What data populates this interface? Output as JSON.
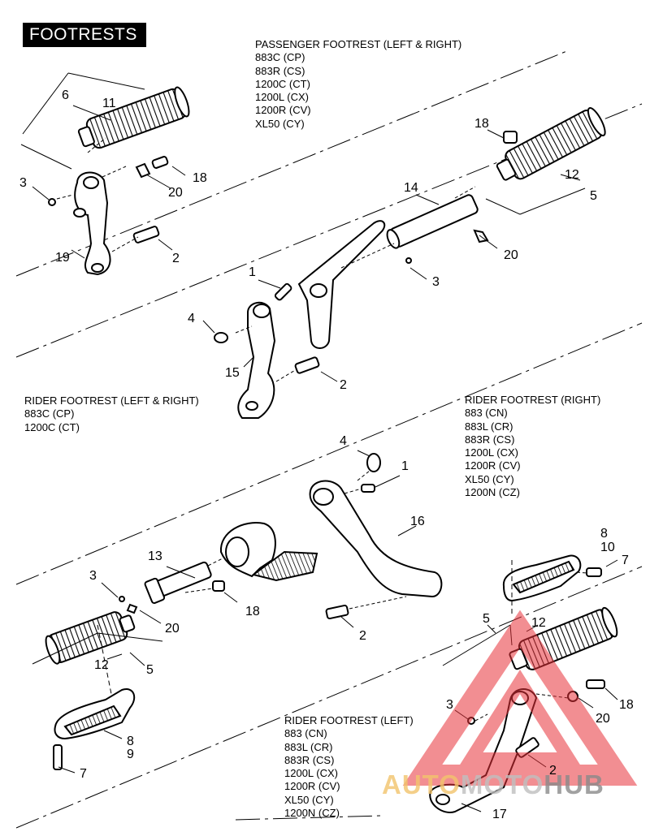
{
  "title": "FOOTRESTS",
  "sections": {
    "passenger": {
      "heading": "PASSENGER FOOTREST (LEFT & RIGHT)",
      "models": [
        "883C (CP)",
        "883R (CS)",
        "1200C (CT)",
        "1200L (CX)",
        "1200R (CV)",
        "XL50 (CY)"
      ]
    },
    "rider_lr": {
      "heading": "RIDER FOOTREST (LEFT & RIGHT)",
      "models": [
        "883C (CP)",
        "1200C (CT)"
      ]
    },
    "rider_right": {
      "heading": "RIDER FOOTREST (RIGHT)",
      "models": [
        "883 (CN)",
        "883L (CR)",
        "883R (CS)",
        "1200L (CX)",
        "1200R (CV)",
        "XL50 (CY)",
        "1200N (CZ)"
      ]
    },
    "rider_left": {
      "heading": "RIDER FOOTREST (LEFT)",
      "models": [
        "883 (CN)",
        "883L (CR)",
        "883R (CS)",
        "1200L (CX)",
        "1200R (CV)",
        "XL50 (CY)",
        "1200N (CZ)"
      ]
    }
  },
  "callouts": [
    "6",
    "11",
    "3",
    "18",
    "20",
    "19",
    "2",
    "18",
    "12",
    "5",
    "14",
    "20",
    "3",
    "1",
    "4",
    "15",
    "2",
    "4",
    "1",
    "16",
    "13",
    "3",
    "18",
    "20",
    "12",
    "5",
    "2",
    "8",
    "10",
    "7",
    "5",
    "12",
    "3",
    "18",
    "20",
    "2",
    "17",
    "8",
    "9",
    "7"
  ],
  "watermark": {
    "part1": "AUTO",
    "part2": "MOTO",
    "part3": "HUB"
  },
  "colors": {
    "ink": "#000000",
    "watermark_red": "#e8323a",
    "watermark_gold": "#f2c46c"
  }
}
